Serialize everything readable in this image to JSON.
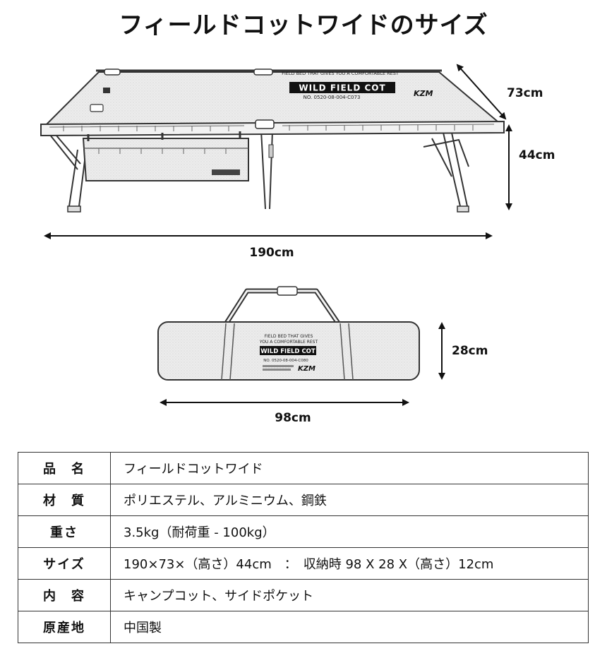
{
  "title": "フィールドコットワイドのサイズ",
  "dimensions": {
    "depth": "73cm",
    "height": "44cm",
    "length": "190cm",
    "bag_height": "28cm",
    "bag_length": "98cm"
  },
  "cot_print": {
    "tagline": "FIELD BED THAT GIVES YOU A COMFORTABLE REST",
    "name": "WILD FIELD COT",
    "number": "NO. 0520-08-004-C073",
    "brand": "KZM"
  },
  "bag_print": {
    "tagline_1": "FIELD BED THAT GIVES",
    "tagline_2": "YOU A COMFORTABLE REST",
    "name": "WILD FIELD COT",
    "number": "NO. 0520-08-004-C080",
    "brand": "KZM"
  },
  "spec": [
    {
      "label": "品　名",
      "value": "フィールドコットワイド"
    },
    {
      "label": "材　質",
      "value": "ポリエステル、アルミニウム、鋼鉄"
    },
    {
      "label": "重さ",
      "value": "3.5kg（耐荷重 - 100kg）"
    },
    {
      "label": "サイズ",
      "value": "190×73×（高さ）44cm　：　収納時 98 X 28 X（高さ）12cm"
    },
    {
      "label": "内　容",
      "value": "キャンプコット、サイドポケット"
    },
    {
      "label": "原産地",
      "value": "中国製"
    }
  ]
}
